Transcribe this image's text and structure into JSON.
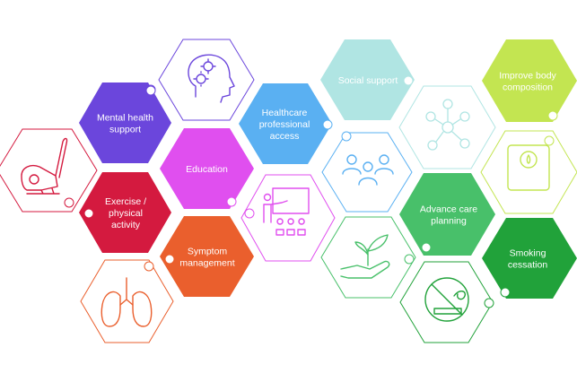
{
  "hexes": [
    {
      "id": "mental-health-support",
      "lines": [
        "Mental health",
        "support"
      ],
      "fill": "#6b46dc",
      "text_color": "#ffffff",
      "dot": "tl"
    },
    {
      "id": "education",
      "lines": [
        "Education"
      ],
      "fill": "#e04fef",
      "text_color": "#ffffff",
      "dot": "br"
    },
    {
      "id": "exercise-physical-activity",
      "lines": [
        "Exercise /",
        "physical",
        "activity"
      ],
      "fill": "#d41a3f",
      "text_color": "#ffffff",
      "dot": "l"
    },
    {
      "id": "symptom-management",
      "lines": [
        "Symptom",
        "management"
      ],
      "fill": "#ea5f2d",
      "text_color": "#ffffff",
      "dot": "l"
    },
    {
      "id": "healthcare-professional-access",
      "lines": [
        "Healthcare",
        "professional",
        "access"
      ],
      "fill": "#5ab0f2",
      "text_color": "#ffffff",
      "dot": "r"
    },
    {
      "id": "social-support",
      "lines": [
        "Social support"
      ],
      "fill": "#b0e5e3",
      "text_color": "#ffffff",
      "dot": "r"
    },
    {
      "id": "advance-care-planning",
      "lines": [
        "Advance care",
        "planning"
      ],
      "fill": "#48c06a",
      "text_color": "#ffffff",
      "dot": "bl"
    },
    {
      "id": "improve-body-composition",
      "lines": [
        "Improve body",
        "composition"
      ],
      "fill": "#c3e551",
      "text_color": "#ffffff",
      "dot": "br"
    },
    {
      "id": "smoking-cessation",
      "lines": [
        "Smoking",
        "cessation"
      ],
      "fill": "#21a23a",
      "text_color": "#ffffff",
      "dot": "bl"
    }
  ],
  "icons": [
    {
      "id": "elliptical-trainer-icon",
      "stroke": "#d41a3f"
    },
    {
      "id": "brain-gears-icon",
      "stroke": "#6b46dc"
    },
    {
      "id": "teacher-presentation-icon",
      "stroke": "#e04fef"
    },
    {
      "id": "lungs-icon",
      "stroke": "#ea5f2d"
    },
    {
      "id": "social-network-icon",
      "stroke": "#b0e5e3"
    },
    {
      "id": "group-people-icon",
      "stroke": "#5ab0f2"
    },
    {
      "id": "hand-plant-icon",
      "stroke": "#48c06a"
    },
    {
      "id": "scale-icon",
      "stroke": "#c3e551"
    },
    {
      "id": "no-smoking-icon",
      "stroke": "#21a23a"
    }
  ]
}
